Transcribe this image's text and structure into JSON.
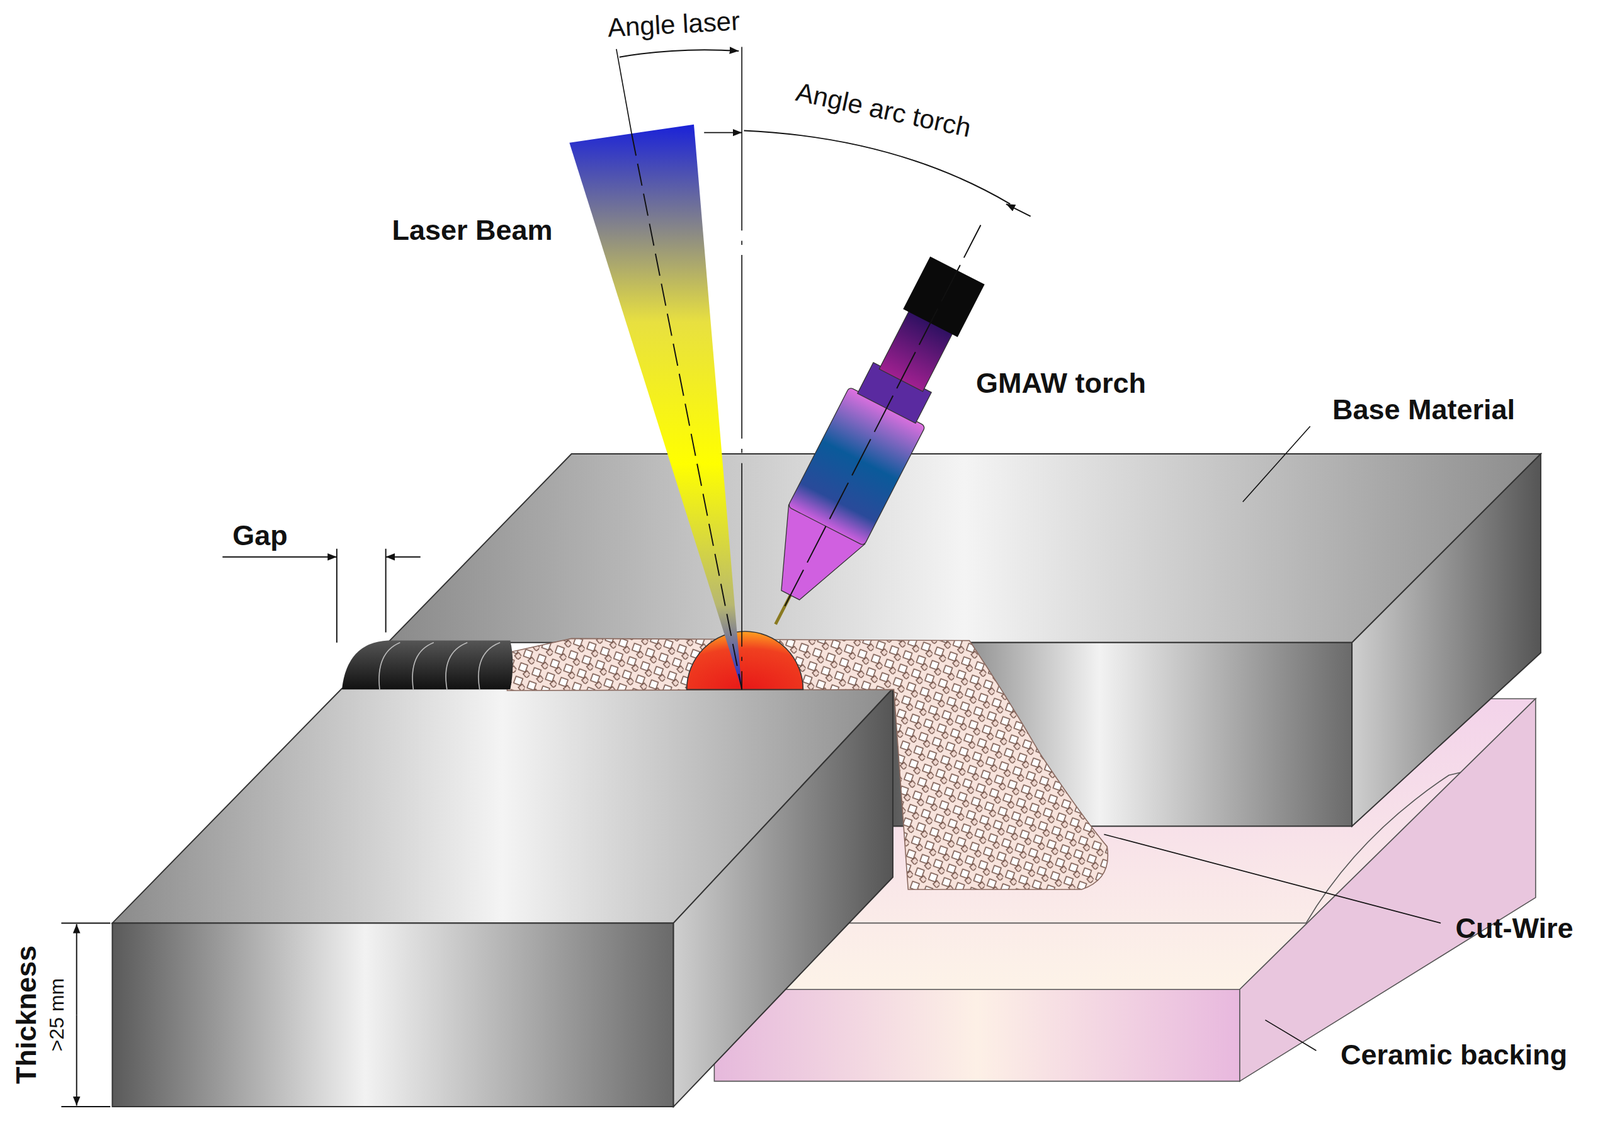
{
  "diagram": {
    "labels": [
      "Angle laser",
      "Angle arc torch",
      "Laser Beam",
      "GMAW torch",
      "Base Material",
      "Gap",
      "Cut-Wire",
      "Ceramic backing",
      "Thickness",
      ">25 mm"
    ]
  }
}
